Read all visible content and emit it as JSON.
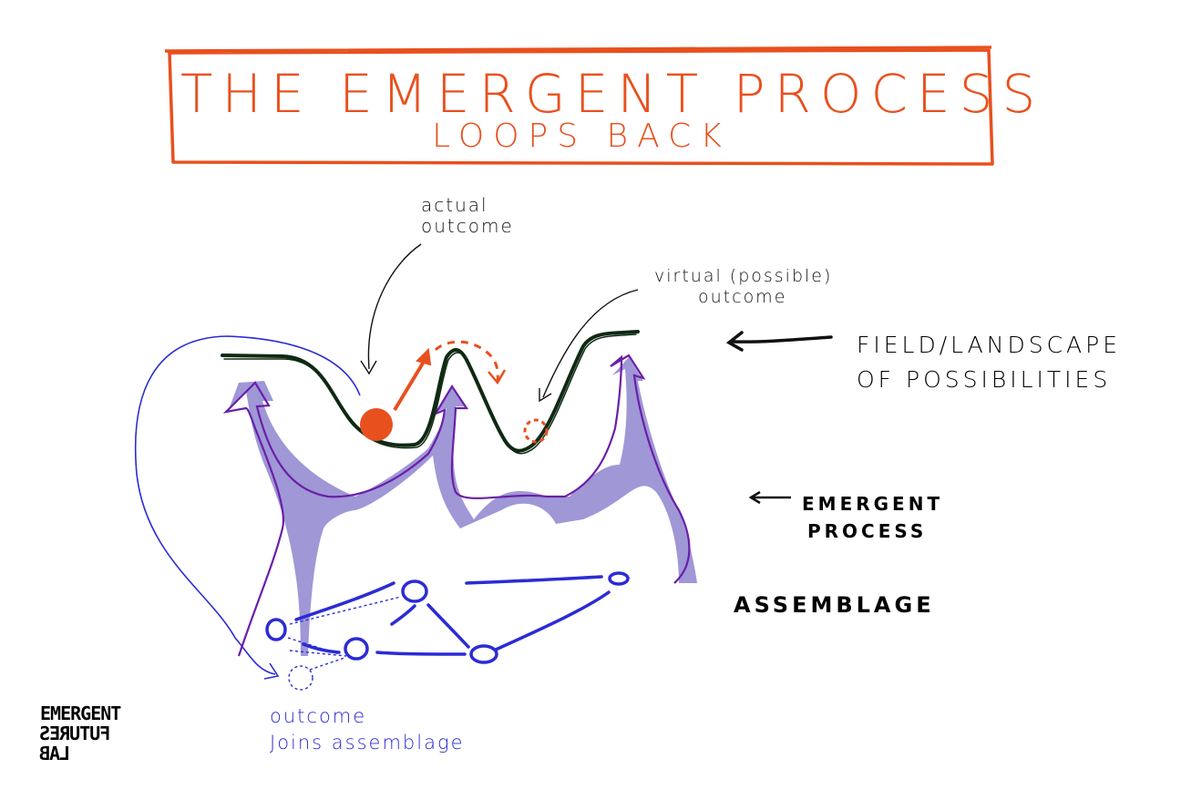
{
  "title": {
    "line1": "THE EMERGENT PROCESS",
    "line2": "LOOPS BACK"
  },
  "annotations": {
    "actual": {
      "line1": "actual",
      "line2": "outcome"
    },
    "virtual": {
      "line1": "virtual (possible)",
      "line2": "outcome"
    },
    "field": {
      "line1": "FIELD/LANDSCAPE",
      "line2": "OF POSSIBILITIES"
    },
    "emergent": {
      "line1": "EMERGENT",
      "line2": "PROCESS"
    },
    "assemblage": "ASSEMBLAGE",
    "joins": {
      "line1": "outcome",
      "line2": "Joins assemblage"
    }
  },
  "logo": {
    "line1": "EMERGENT",
    "line2": "FUTURES",
    "line3": "LAB"
  },
  "colors": {
    "title": "#e8501e",
    "landscape": "#0f2a12",
    "process_fill": "#9f97d6",
    "process_outline": "#6a1fa8",
    "assemblage": "#2b2bd6",
    "loop_arrow": "#2b2bd6",
    "pointer": "#111111"
  }
}
